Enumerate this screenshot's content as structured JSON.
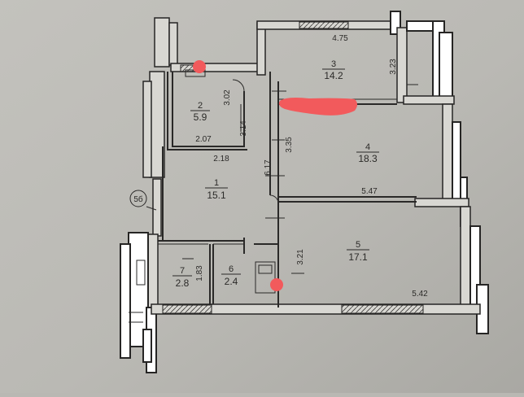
{
  "plan": {
    "colors": {
      "paper": "#b9b8b3",
      "paper_light": "#c9c8c3",
      "ink": "#2b2a28",
      "marker": "#f25a5c"
    },
    "rooms": [
      {
        "number": "1",
        "area": "15.1"
      },
      {
        "number": "2",
        "area": "5.9"
      },
      {
        "number": "3",
        "area": "14.2"
      },
      {
        "number": "4",
        "area": "18.3"
      },
      {
        "number": "5",
        "area": "17.1"
      },
      {
        "number": "6",
        "area": "2.4"
      },
      {
        "number": "7",
        "area": "2.8"
      }
    ],
    "dimensions": {
      "room3_width": "4.75",
      "room3_height": "3.23",
      "room2_height_a": "3.02",
      "room2_height_b": "3.14",
      "room2_width": "2.07",
      "room1_width": "2.18",
      "room1_height": "6.17",
      "room4_height": "3.35",
      "room4_width": "5.47",
      "room5_height": "3.21",
      "room5_width": "5.42",
      "room7_height": "1.83"
    },
    "axis_label": "5б"
  }
}
